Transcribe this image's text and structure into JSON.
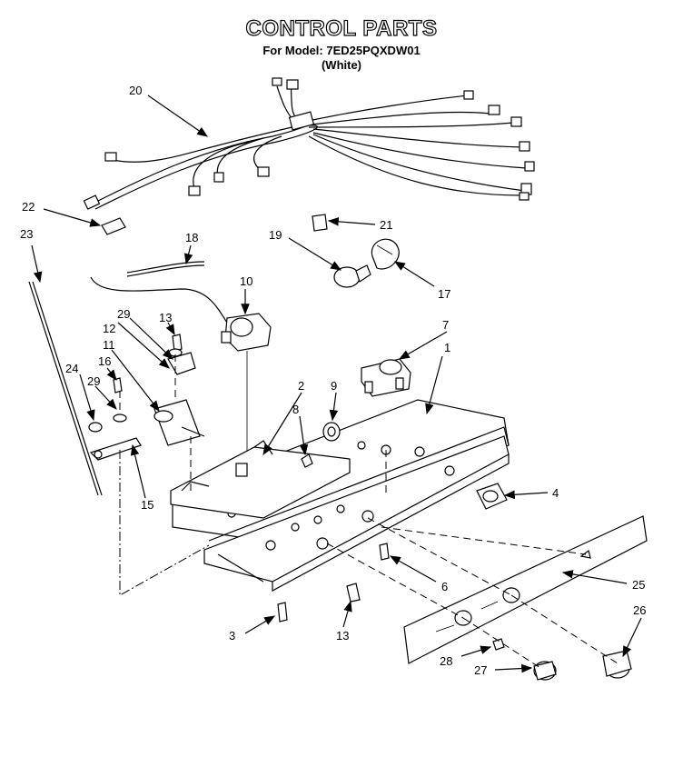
{
  "header": {
    "title": "CONTROL PARTS",
    "model_line": "For Model: 7ED25PQXDW01",
    "color_line": "(White)"
  },
  "callouts": [
    "1",
    "2",
    "3",
    "4",
    "6",
    "7",
    "8",
    "9",
    "10",
    "11",
    "12",
    "13",
    "13",
    "15",
    "16",
    "17",
    "18",
    "19",
    "20",
    "21",
    "22",
    "23",
    "24",
    "25",
    "26",
    "27",
    "28",
    "29",
    "29"
  ]
}
